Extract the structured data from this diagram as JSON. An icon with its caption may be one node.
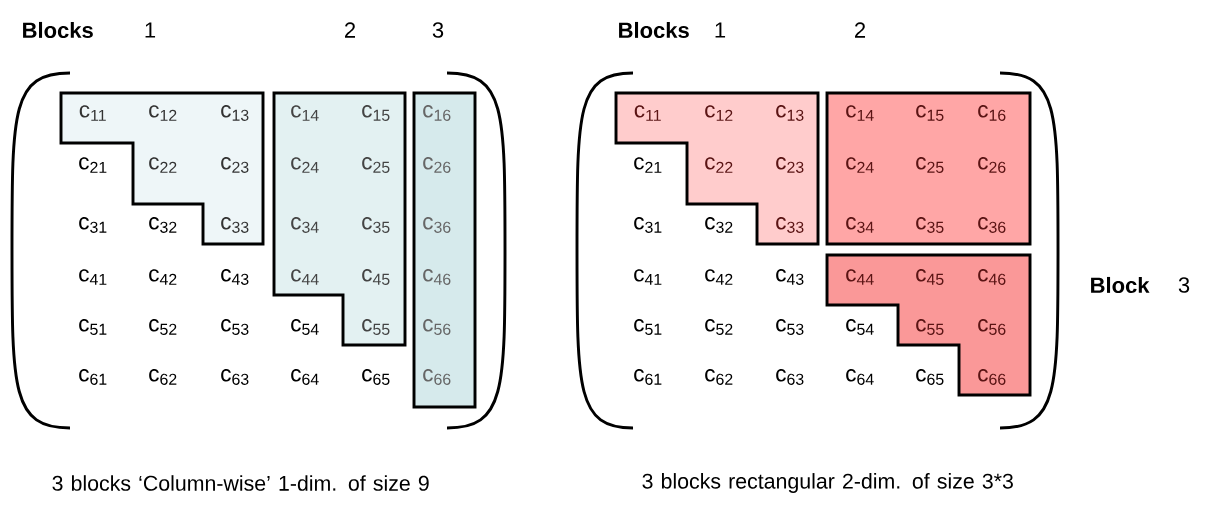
{
  "diagram": {
    "nodes": [
      {
        "text": [
          "c$_{11}$",
          "c$_{12}$",
          "c$_{13}$",
          "c$_{22}$",
          "c$_{23}$",
          "c$_{33}$"
        ]
      },
      {
        "text": [
          "c$_{14}$",
          "c$_{15}$",
          "c$_{24}$",
          "c$_{25}$",
          "c$_{34}$",
          "c$_{35}$",
          "c$_{44}$",
          "c$_{45}$",
          "c$_{55}$"
        ]
      },
      {
        "text": [
          "c$_{16}$",
          "c$_{26}$",
          "c$_{36}$",
          "c$_{46}$",
          "c$_{56}$",
          "c$_{66}$"
        ]
      },
      {
        "text": [
          "c$_{11}$",
          "c$_{12}$",
          "c$_{13}$",
          "c$_{22}$",
          "c$_{23}$",
          "c$_{33}$"
        ]
      },
      {
        "text": [
          "c$_{14}$",
          "c$_{15}$",
          "c$_{16}$",
          "c$_{24}$",
          "c$_{25}$",
          "c$_{26}$",
          "c$_{34}$",
          "c$_{35}$",
          "c$_{36}$"
        ]
      },
      {
        "text": [
          "c$_{44}$",
          "c$_{45}$",
          "c$_{46}$",
          "c$_{55}$",
          "c$_{56}$",
          "c$_{66}$"
        ]
      }
    ],
    "labels": [
      "Blocks",
      "1",
      "2",
      "3",
      "Blocks",
      "1",
      "2",
      "c$_{21}$",
      "c$_{31}$",
      "c$_{32}$",
      "c$_{41}$",
      "c$_{42}$",
      "c$_{43}$",
      "c$_{51}$",
      "c$_{52}$",
      "c$_{53}$",
      "c$_{54}$",
      "c$_{61}$",
      "c$_{62}$",
      "c$_{63}$",
      "c$_{64}$",
      "c$_{65}$",
      "c$_{21}$",
      "c$_{31}$",
      "c$_{32}$",
      "c$_{41}$",
      "c$_{42}$",
      "c$_{43}$",
      "c$_{51}$",
      "c$_{52}$",
      "c$_{53}$",
      "c$_{54}$",
      "c$_{61}$",
      "c$_{62}$",
      "c$_{63}$",
      "c$_{64}$",
      "c$_{65}$",
      "Block",
      "3",
      "3 blocks ‘Column-wise’ 1-dim. of size 9",
      "3 blocks rectangular 2-dim. of size 3*3"
    ]
  }
}
